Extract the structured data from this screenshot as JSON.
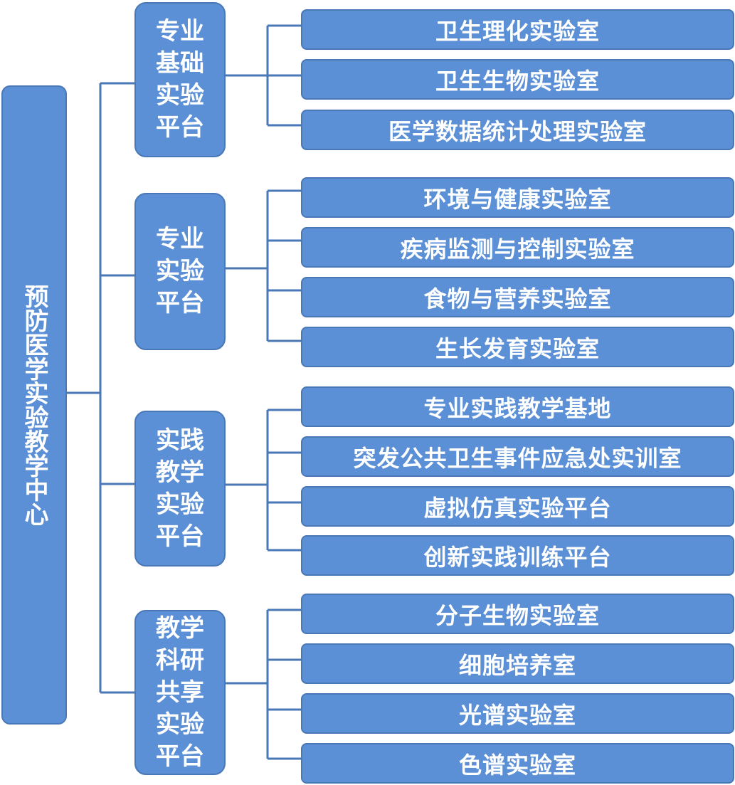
{
  "root": {
    "label": "预防医学实验教学中心"
  },
  "colors": {
    "box_fill": "#5b8fd6",
    "box_border": "#4a78b6",
    "text": "#ffffff",
    "connector": "#4a78b6"
  },
  "platforms": [
    {
      "label": "专业基础实验平台",
      "labs": [
        "卫生理化实验室",
        "卫生生物实验室",
        "医学数据统计处理实验室"
      ]
    },
    {
      "label": "专业实验平台",
      "labs": [
        "环境与健康实验室",
        "疾病监测与控制实验室",
        "食物与营养实验室",
        "生长发育实验室"
      ]
    },
    {
      "label": "实践教学实验平台",
      "labs": [
        "专业实践教学基地",
        "突发公共卫生事件应急处实训室",
        "虚拟仿真实验平台",
        "创新实践训练平台"
      ]
    },
    {
      "label": "教学科研共享实验平台",
      "labs": [
        "分子生物实验室",
        "细胞培养室",
        "光谱实验室",
        "色谱实验室"
      ]
    }
  ]
}
